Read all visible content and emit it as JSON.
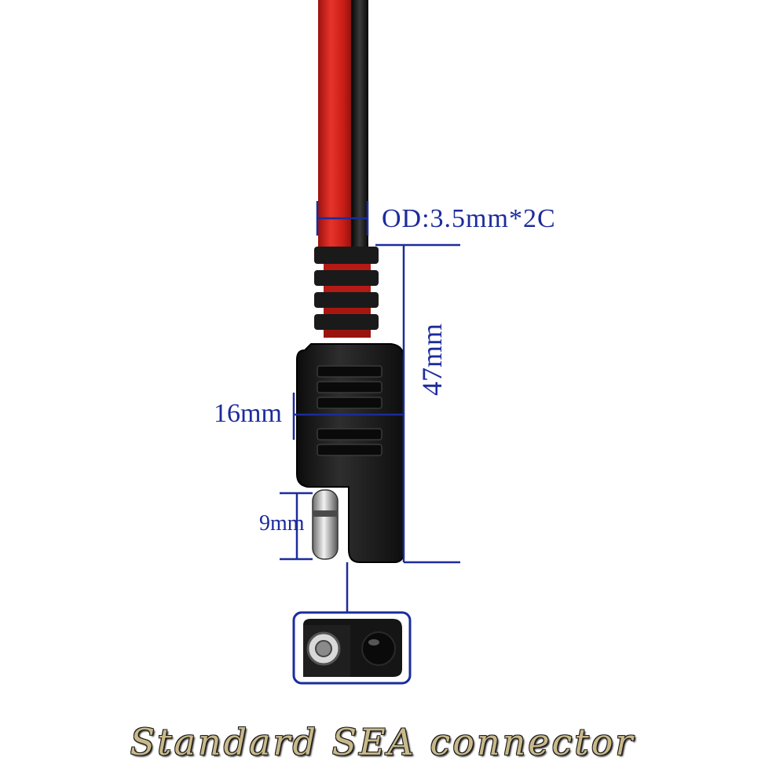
{
  "dimensions": {
    "cable_od": "OD:3.5mm*2C",
    "length": "47mm",
    "width": "16mm",
    "pin_length": "9mm"
  },
  "caption": "Standard SEA connector",
  "colors": {
    "dimension_lines": "#1c2c9c",
    "red_wire": "#d8251e",
    "black_wire": "#141414",
    "connector_body": "#1b1b1b",
    "caption_text": "#c9b98a"
  }
}
